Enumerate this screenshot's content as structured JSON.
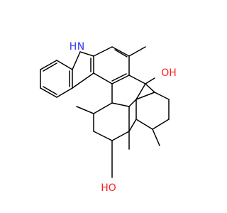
{
  "structure": {
    "background_color": "#ffffff",
    "bond_color": "#000000",
    "atom_labels": [
      {
        "id": "nh",
        "text": "H",
        "color": "#3333ff"
      },
      {
        "id": "n",
        "text": "N",
        "color": "#3333ff"
      },
      {
        "id": "oh-top",
        "text": "OH",
        "color": "#ff2020"
      },
      {
        "id": "oh-bottom",
        "text": "HO",
        "color": "#ff2020"
      }
    ]
  }
}
